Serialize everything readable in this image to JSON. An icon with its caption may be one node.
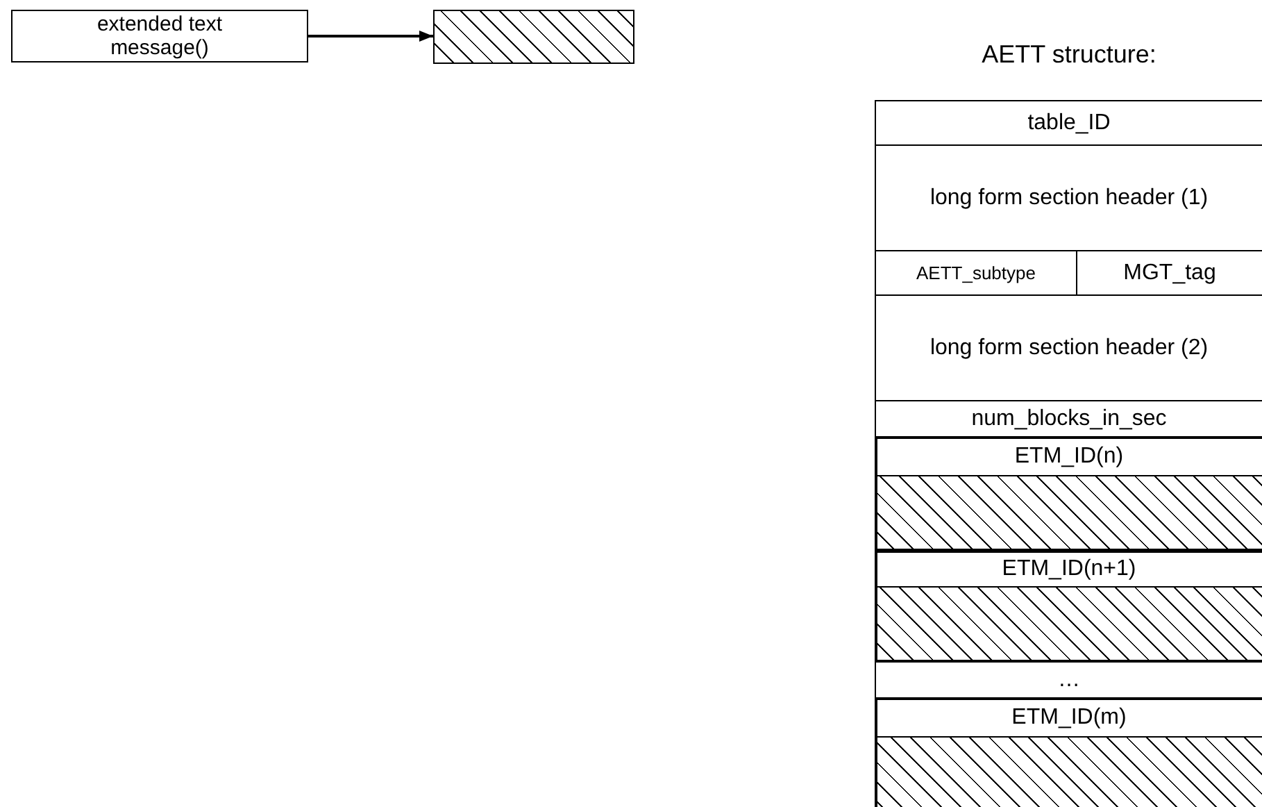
{
  "diagram": {
    "nodes": [
      {
        "text": [
          "extended text message()"
        ]
      },
      {
        "text": [],
        "shape": "box"
      },
      {
        "text": [],
        "shape": "box"
      },
      {
        "text": [],
        "shape": "box"
      },
      {
        "text": [],
        "shape": "box"
      }
    ],
    "edges": [
      {
        "from": 0,
        "to": 1,
        "arrow": "to"
      }
    ],
    "labels": [
      "AETT structure:",
      "table_ID",
      "long form section header (1)",
      "AETT_subtype",
      "MGT_tag",
      "long form section header (2)",
      "num_blocks_in_sec",
      "ETM_ID(n)",
      "ETM_ID(n+1)",
      "…",
      "ETM_ID(m)"
    ]
  }
}
